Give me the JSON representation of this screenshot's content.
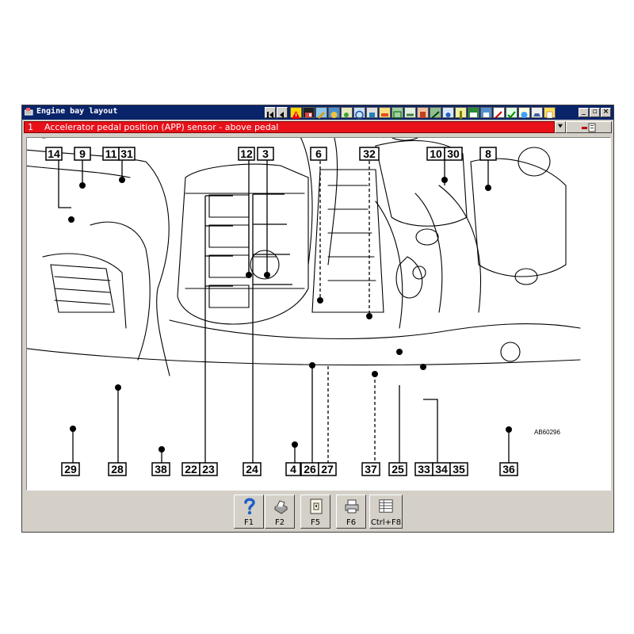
{
  "window": {
    "title": "Engine bay layout",
    "selector": {
      "number": "1",
      "text": "Accelerator pedal position (APP) sensor - above pedal"
    },
    "controls": [
      "_",
      "▫",
      "×"
    ]
  },
  "diagram": {
    "reference": "AB60296",
    "callouts": {
      "top": [
        "14",
        "9",
        "11",
        "31",
        "12",
        "3",
        "6",
        "32",
        "10",
        "30",
        "8"
      ],
      "bottom": [
        "29",
        "28",
        "38",
        "22",
        "23",
        "24",
        "4",
        "26",
        "27",
        "37",
        "25",
        "33",
        "34",
        "35",
        "36"
      ]
    }
  },
  "function_keys": [
    {
      "label": "F1",
      "icon": "help-icon"
    },
    {
      "label": "F2",
      "icon": "print-icon"
    },
    {
      "label": "F5",
      "icon": "document-icon"
    },
    {
      "label": "F6",
      "icon": "printer-icon"
    },
    {
      "label": "Ctrl+F8",
      "icon": "table-icon"
    }
  ],
  "colors": {
    "titlebar": "#0a246a",
    "selector": "#e8111a",
    "chrome": "#d4d0c8"
  }
}
